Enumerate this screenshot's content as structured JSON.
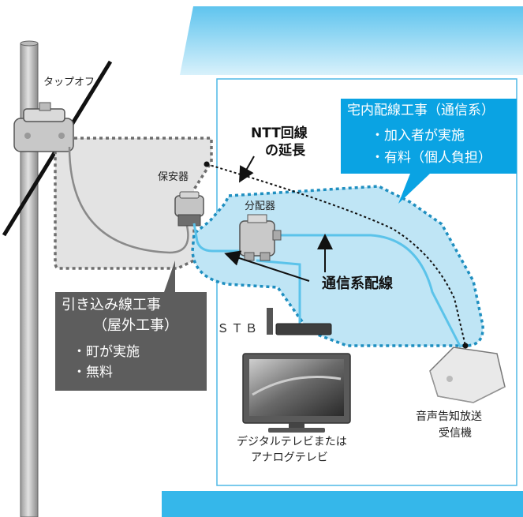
{
  "labels": {
    "tap_off": "タップオフ",
    "protector": "保安器",
    "splitter": "分配器",
    "ntt_line_1": "NTT回線",
    "ntt_line_2": "の延長",
    "comm_wiring": "通信系配線",
    "stb": "ＳＴＢ",
    "tv_1": "デジタルテレビまたは",
    "tv_2": "アナログテレビ",
    "receiver_1": "音声告知放送",
    "receiver_2": "受信機"
  },
  "indoor_callout": {
    "title": "宅内配線工事（通信系）",
    "items": [
      "・加入者が実施",
      "・有料（個人負担）"
    ]
  },
  "outdoor_callout": {
    "title_1": "引き込み線工事",
    "title_2": "（屋外工事）",
    "items": [
      "・町が実施",
      "・無料"
    ]
  },
  "colors": {
    "roof": "#8fd3f0",
    "ground": "#35b7ea",
    "indoor_callout_bg": "#0aa3e3",
    "outdoor_callout_bg": "#5d5d5d",
    "outdoor_zone": "#e3e3e3",
    "indoor_zone": "#bfe5f5",
    "cable": "#5bc3ea"
  }
}
